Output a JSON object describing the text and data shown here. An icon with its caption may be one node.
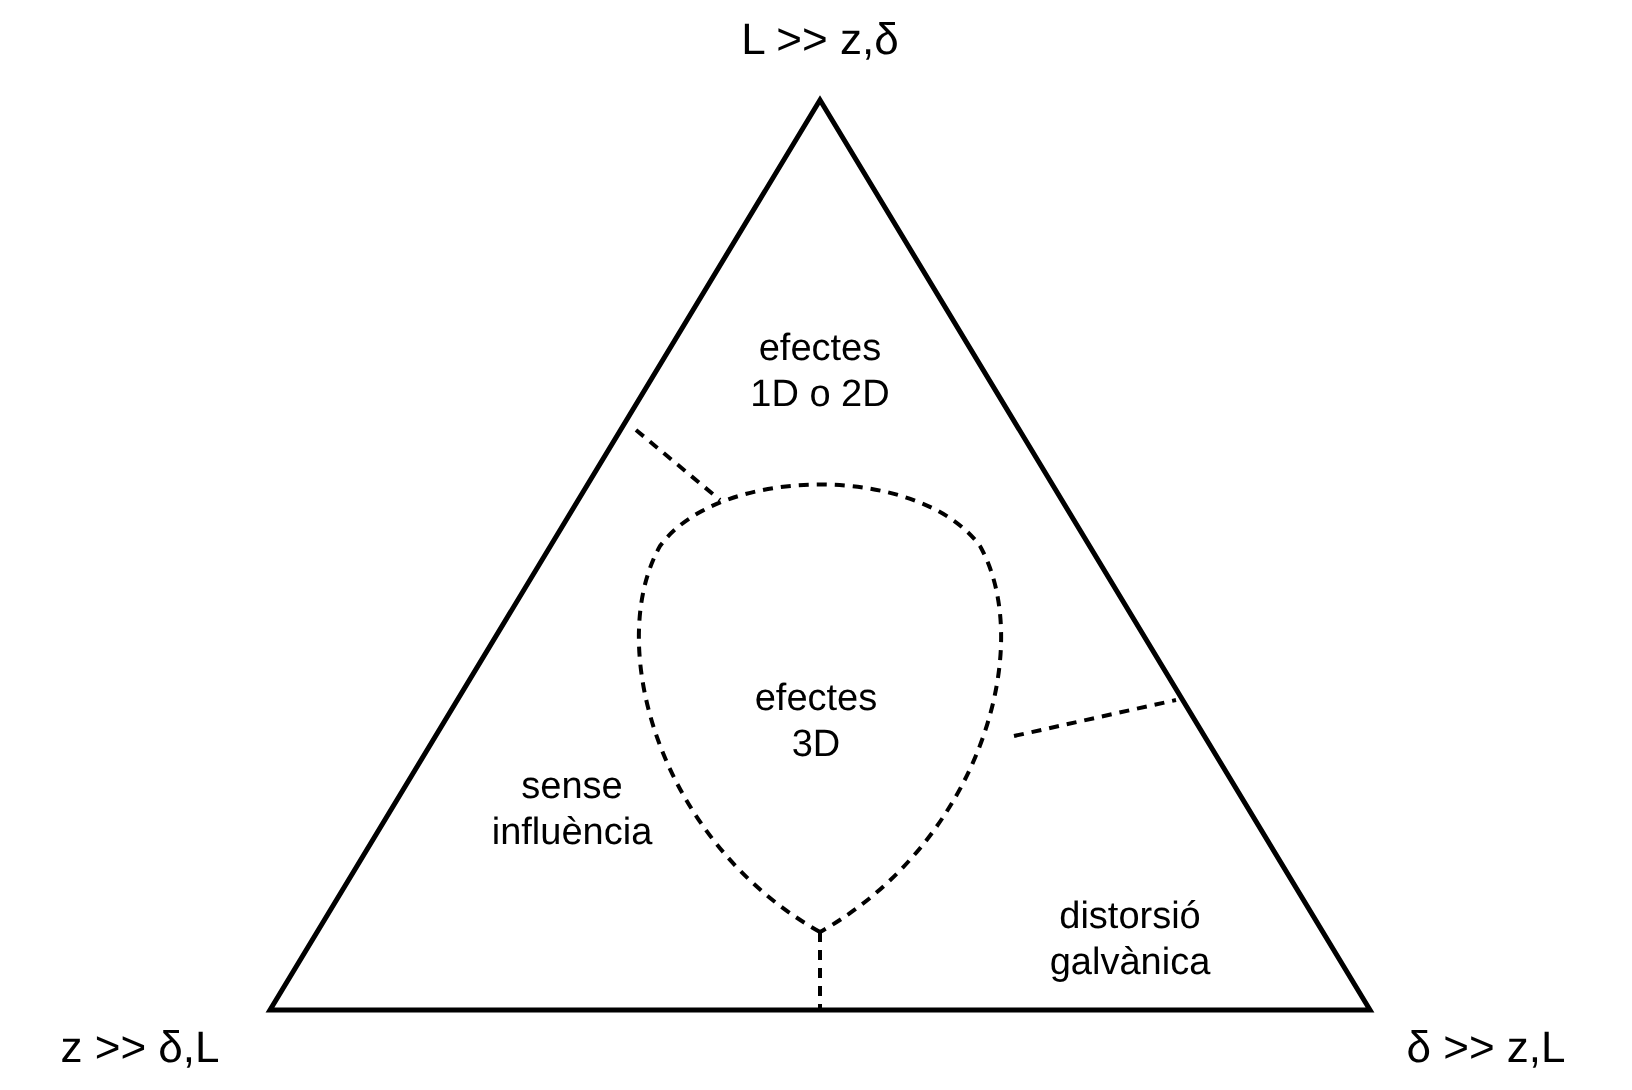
{
  "diagram": {
    "nodes": [
      {
        "text": [
          "efectes 3D"
        ]
      }
    ],
    "labels": [
      "L >> z,δ",
      "efectes 1D o 2D",
      "sense influència",
      "distorsió galvànica",
      "z >> δ,L",
      "δ >> z,L"
    ]
  }
}
